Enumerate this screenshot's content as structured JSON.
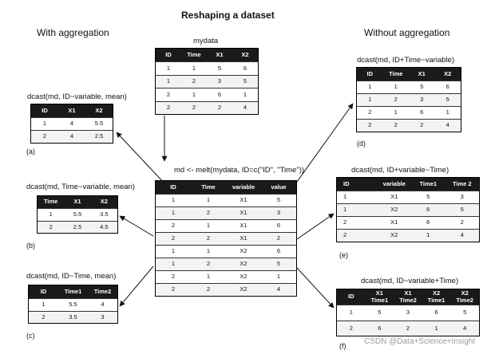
{
  "title": "Reshaping a dataset",
  "left_heading": "With aggregation",
  "right_heading": "Without aggregation",
  "mydata": {
    "caption": "mydata",
    "headers": [
      "ID",
      "Time",
      "X1",
      "X2"
    ],
    "rows": [
      [
        "1",
        "1",
        "5",
        "6"
      ],
      [
        "1",
        "2",
        "3",
        "5"
      ],
      [
        "2",
        "1",
        "6",
        "1"
      ],
      [
        "2",
        "2",
        "2",
        "4"
      ]
    ]
  },
  "melt": {
    "caption": "md <- melt(mydata, ID=c(\"ID\", \"Time\"))",
    "headers": [
      "ID",
      "Time",
      "variable",
      "value"
    ],
    "rows": [
      [
        "1",
        "1",
        "X1",
        "5"
      ],
      [
        "1",
        "2",
        "X1",
        "3"
      ],
      [
        "2",
        "1",
        "X1",
        "6"
      ],
      [
        "2",
        "2",
        "X1",
        "2"
      ],
      [
        "1",
        "1",
        "X2",
        "6"
      ],
      [
        "1",
        "2",
        "X2",
        "5"
      ],
      [
        "2",
        "1",
        "X2",
        "1"
      ],
      [
        "2",
        "2",
        "X2",
        "4"
      ]
    ]
  },
  "a": {
    "caption": "dcast(md, ID~variable, mean)",
    "label": "(a)",
    "headers": [
      "ID",
      "X1",
      "X2"
    ],
    "rows": [
      [
        "1",
        "4",
        "5.5"
      ],
      [
        "2",
        "4",
        "2.5"
      ]
    ]
  },
  "b": {
    "caption": "dcast(md, Time~variable, mean)",
    "label": "(b)",
    "headers": [
      "Time",
      "X1",
      "X2"
    ],
    "rows": [
      [
        "1",
        "5.5",
        "3.5"
      ],
      [
        "2",
        "2.5",
        "4.5"
      ]
    ]
  },
  "c": {
    "caption": "dcast(md, ID~Time, mean)",
    "label": "(c)",
    "headers": [
      "ID",
      "Time1",
      "Time2"
    ],
    "rows": [
      [
        "1",
        "5.5",
        "4"
      ],
      [
        "2",
        "3.5",
        "3"
      ]
    ]
  },
  "d": {
    "caption": "dcast(md, ID+Time~variable)",
    "label": "(d)",
    "headers": [
      "ID",
      "Time",
      "X1",
      "X2"
    ],
    "rows": [
      [
        "1",
        "1",
        "5",
        "6"
      ],
      [
        "1",
        "2",
        "3",
        "5"
      ],
      [
        "2",
        "1",
        "6",
        "1"
      ],
      [
        "2",
        "2",
        "2",
        "4"
      ]
    ]
  },
  "e": {
    "caption": "dcast(md, ID+variable~Time)",
    "label": "(e)",
    "headers": [
      "ID",
      "variable",
      "Time1",
      "Time 2"
    ],
    "rows": [
      [
        "1",
        "X1",
        "5",
        "3"
      ],
      [
        "1",
        "X2",
        "6",
        "5"
      ],
      [
        "2",
        "X1",
        "6",
        "2"
      ],
      [
        "2",
        "X2",
        "1",
        "4"
      ]
    ]
  },
  "f": {
    "caption": "dcast(md, ID~variable+Time)",
    "label": "(f)",
    "headers": [
      "ID",
      "X1\nTime1",
      "X1\nTime2",
      "X2\nTime1",
      "X2\nTime2"
    ],
    "rows": [
      [
        "1",
        "5",
        "3",
        "6",
        "5"
      ],
      [
        "2",
        "6",
        "2",
        "1",
        "4"
      ]
    ]
  },
  "watermark": "CSDN @Data+Science+Insight"
}
